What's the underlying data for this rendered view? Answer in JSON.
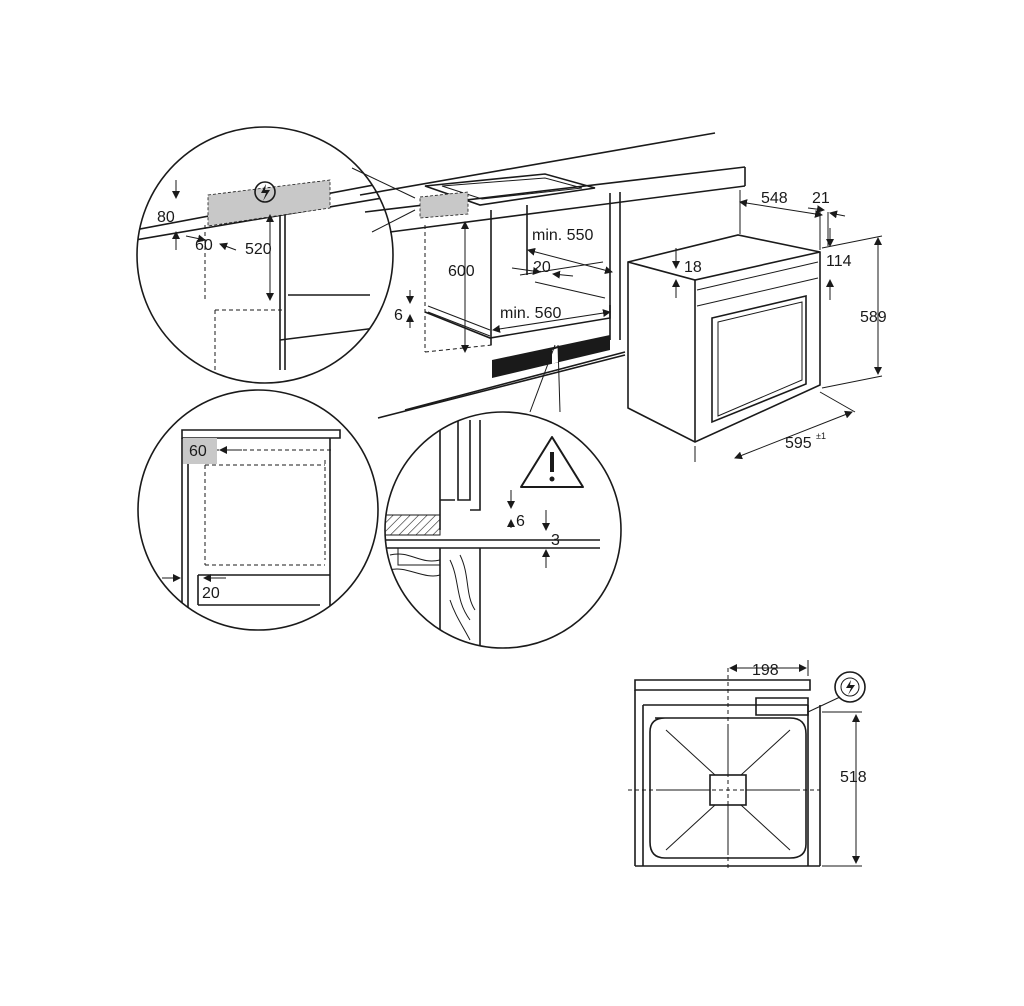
{
  "colors": {
    "line": "#1a1a1a",
    "background": "#ffffff",
    "shaded_area": "#c8c8c8",
    "vent_strip": "#1a1a1a"
  },
  "icons": {
    "electrical": "electrical-hazard-icon",
    "warning": "warning-triangle-icon"
  },
  "detail_top_left": {
    "dim_height": "80",
    "dim_width": "60",
    "dim_depth": "520"
  },
  "cabinet": {
    "dim_height": "600",
    "dim_depth": "min. 550",
    "dim_gap": "20",
    "dim_width": "min. 560",
    "dim_shelf": "6"
  },
  "oven": {
    "dim_depth": "548",
    "dim_door": "21",
    "dim_panel": "18",
    "dim_control": "114",
    "dim_height": "589",
    "dim_width": "595",
    "dim_width_tol": "±1"
  },
  "detail_left": {
    "dim_top": "60",
    "dim_bottom": "20"
  },
  "detail_center": {
    "dim_gap": "6",
    "dim_clearance": "3"
  },
  "top_view": {
    "dim_width": "198",
    "dim_depth": "518"
  }
}
